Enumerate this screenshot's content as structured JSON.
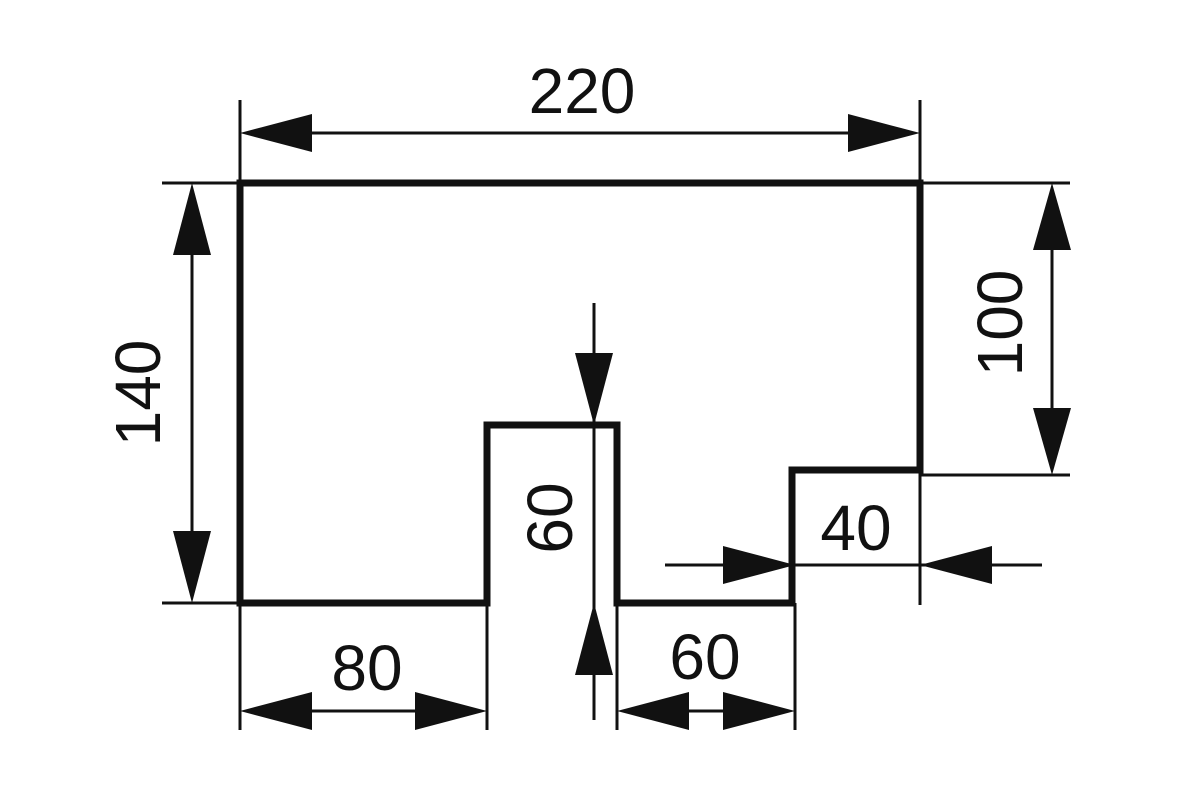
{
  "dimensions": {
    "overall_width": "220",
    "overall_height": "140",
    "right_height": "100",
    "left_segment": "80",
    "tab_height": "60",
    "gap_segment": "60",
    "step_width": "40"
  }
}
